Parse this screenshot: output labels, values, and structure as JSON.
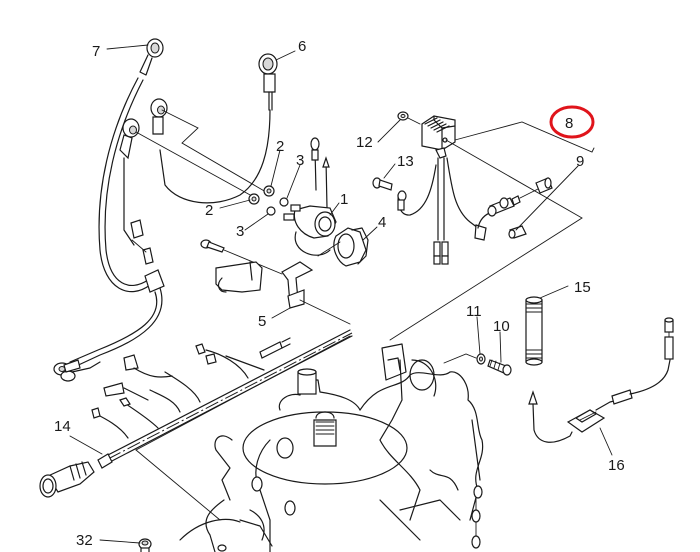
{
  "diagram": {
    "type": "exploded-parts-diagram",
    "highlight_color": "#e0141b",
    "highlighted_part": "8",
    "callouts": [
      {
        "id": "c1",
        "label": "1"
      },
      {
        "id": "c2a",
        "label": "2"
      },
      {
        "id": "c2b",
        "label": "2"
      },
      {
        "id": "c3a",
        "label": "3"
      },
      {
        "id": "c3b",
        "label": "3"
      },
      {
        "id": "c4",
        "label": "4"
      },
      {
        "id": "c5",
        "label": "5"
      },
      {
        "id": "c6",
        "label": "6"
      },
      {
        "id": "c7",
        "label": "7"
      },
      {
        "id": "c8",
        "label": "8"
      },
      {
        "id": "c9",
        "label": "9"
      },
      {
        "id": "c10",
        "label": "10"
      },
      {
        "id": "c11",
        "label": "11"
      },
      {
        "id": "c12",
        "label": "12"
      },
      {
        "id": "c13",
        "label": "13"
      },
      {
        "id": "c14",
        "label": "14"
      },
      {
        "id": "c15",
        "label": "15"
      },
      {
        "id": "c16",
        "label": "16"
      },
      {
        "id": "c32",
        "label": "32"
      }
    ]
  }
}
